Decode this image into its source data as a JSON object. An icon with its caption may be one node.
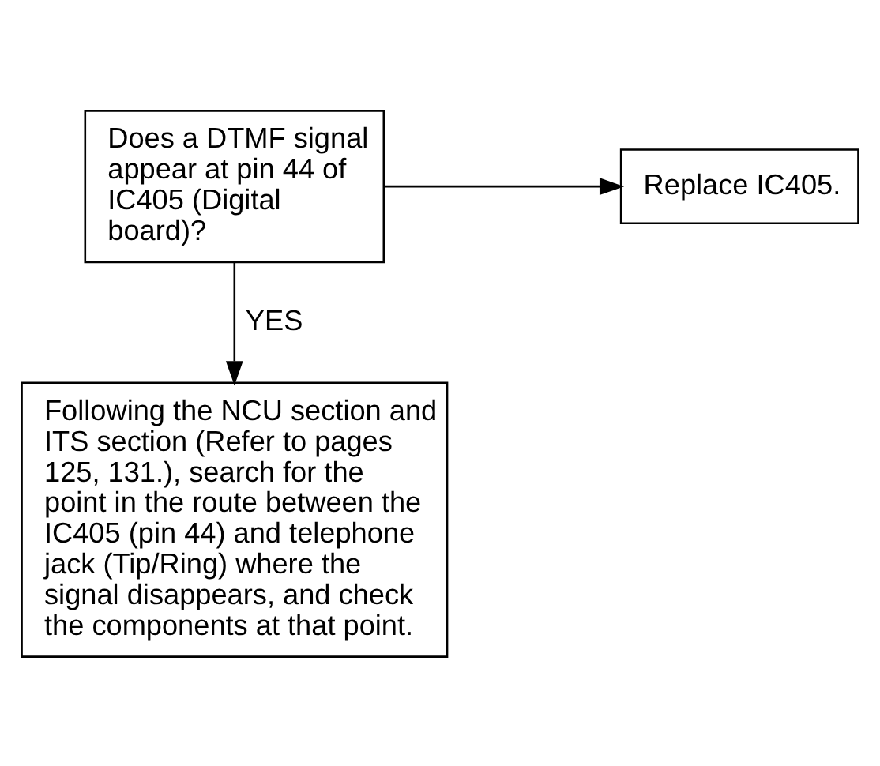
{
  "diagram": {
    "nodes": [
      {
        "text": [
          "Does a DTMF signal appear at pin 44 of IC405 (Digital board)?"
        ]
      },
      {
        "text": [
          "Replace IC405."
        ]
      },
      {
        "text": [
          "Following the NCU section and ITS section (Refer to pages 125, 131.), search for the point in the route between the IC405 (pin 44) and telephone jack (Tip/Ring) where the signal disappears, and check the components at that point."
        ]
      }
    ],
    "edges": [
      {
        "from": 0,
        "to": 1,
        "arrow": "to"
      },
      {
        "from": 0,
        "to": 2,
        "arrow": "to",
        "label": "YES"
      }
    ]
  }
}
